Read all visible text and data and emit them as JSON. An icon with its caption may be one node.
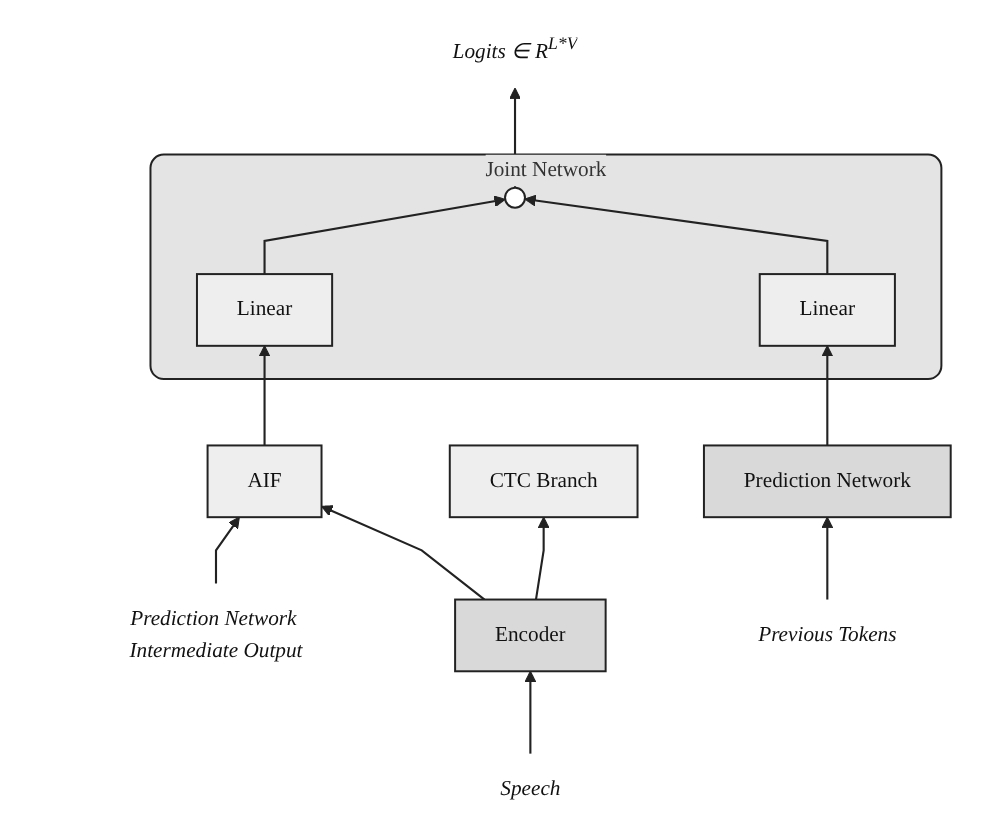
{
  "diagram": {
    "nodes": [
      {
        "text": [
          "Joint Network"
        ]
      },
      {
        "text": [
          "Linear"
        ],
        "in": 0
      },
      {
        "text": [],
        "shape": "circle",
        "in": 0
      },
      {
        "text": [
          "Linear"
        ],
        "in": 0
      },
      {
        "text": [
          "AIF"
        ]
      },
      {
        "text": [
          "Prediction Network Intermediate Output"
        ]
      },
      {
        "text": [
          "CTC Branch"
        ]
      },
      {
        "text": [
          "Encoder"
        ]
      },
      {
        "text": [
          "Prediction Network"
        ]
      },
      {
        "text": [
          "Speech"
        ]
      },
      {
        "text": [
          "Previous Tokens"
        ]
      },
      {
        "text": [
          "Logits ∈ R$^{L*V}$"
        ]
      }
    ],
    "edges": [
      {
        "from": 9,
        "to": 7,
        "arrow": "to"
      },
      {
        "from": 7,
        "to": 4,
        "arrow": "to"
      },
      {
        "from": 7,
        "to": 6,
        "arrow": "to"
      },
      {
        "from": 4,
        "to": 1,
        "arrow": "to"
      },
      {
        "from": 5,
        "to": 4,
        "arrow": "to"
      },
      {
        "from": 1,
        "to": 2,
        "arrow": "to"
      },
      {
        "from": 3,
        "to": 2,
        "arrow": "to"
      },
      {
        "from": 2,
        "to": 11,
        "arrow": "to"
      },
      {
        "from": 10,
        "to": 8,
        "arrow": "to"
      },
      {
        "from": 8,
        "to": 3,
        "arrow": "to"
      }
    ]
  }
}
